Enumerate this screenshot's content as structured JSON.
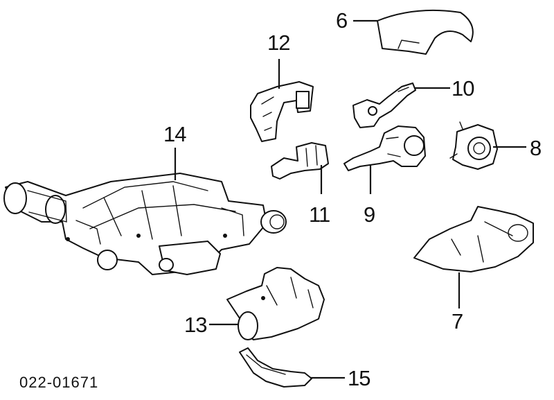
{
  "diagram": {
    "figure_code": "022-01671",
    "callouts": {
      "c6": "6",
      "c7": "7",
      "c8": "8",
      "c9": "9",
      "c10": "10",
      "c11": "11",
      "c12": "12",
      "c13": "13",
      "c14": "14",
      "c15": "15"
    }
  }
}
